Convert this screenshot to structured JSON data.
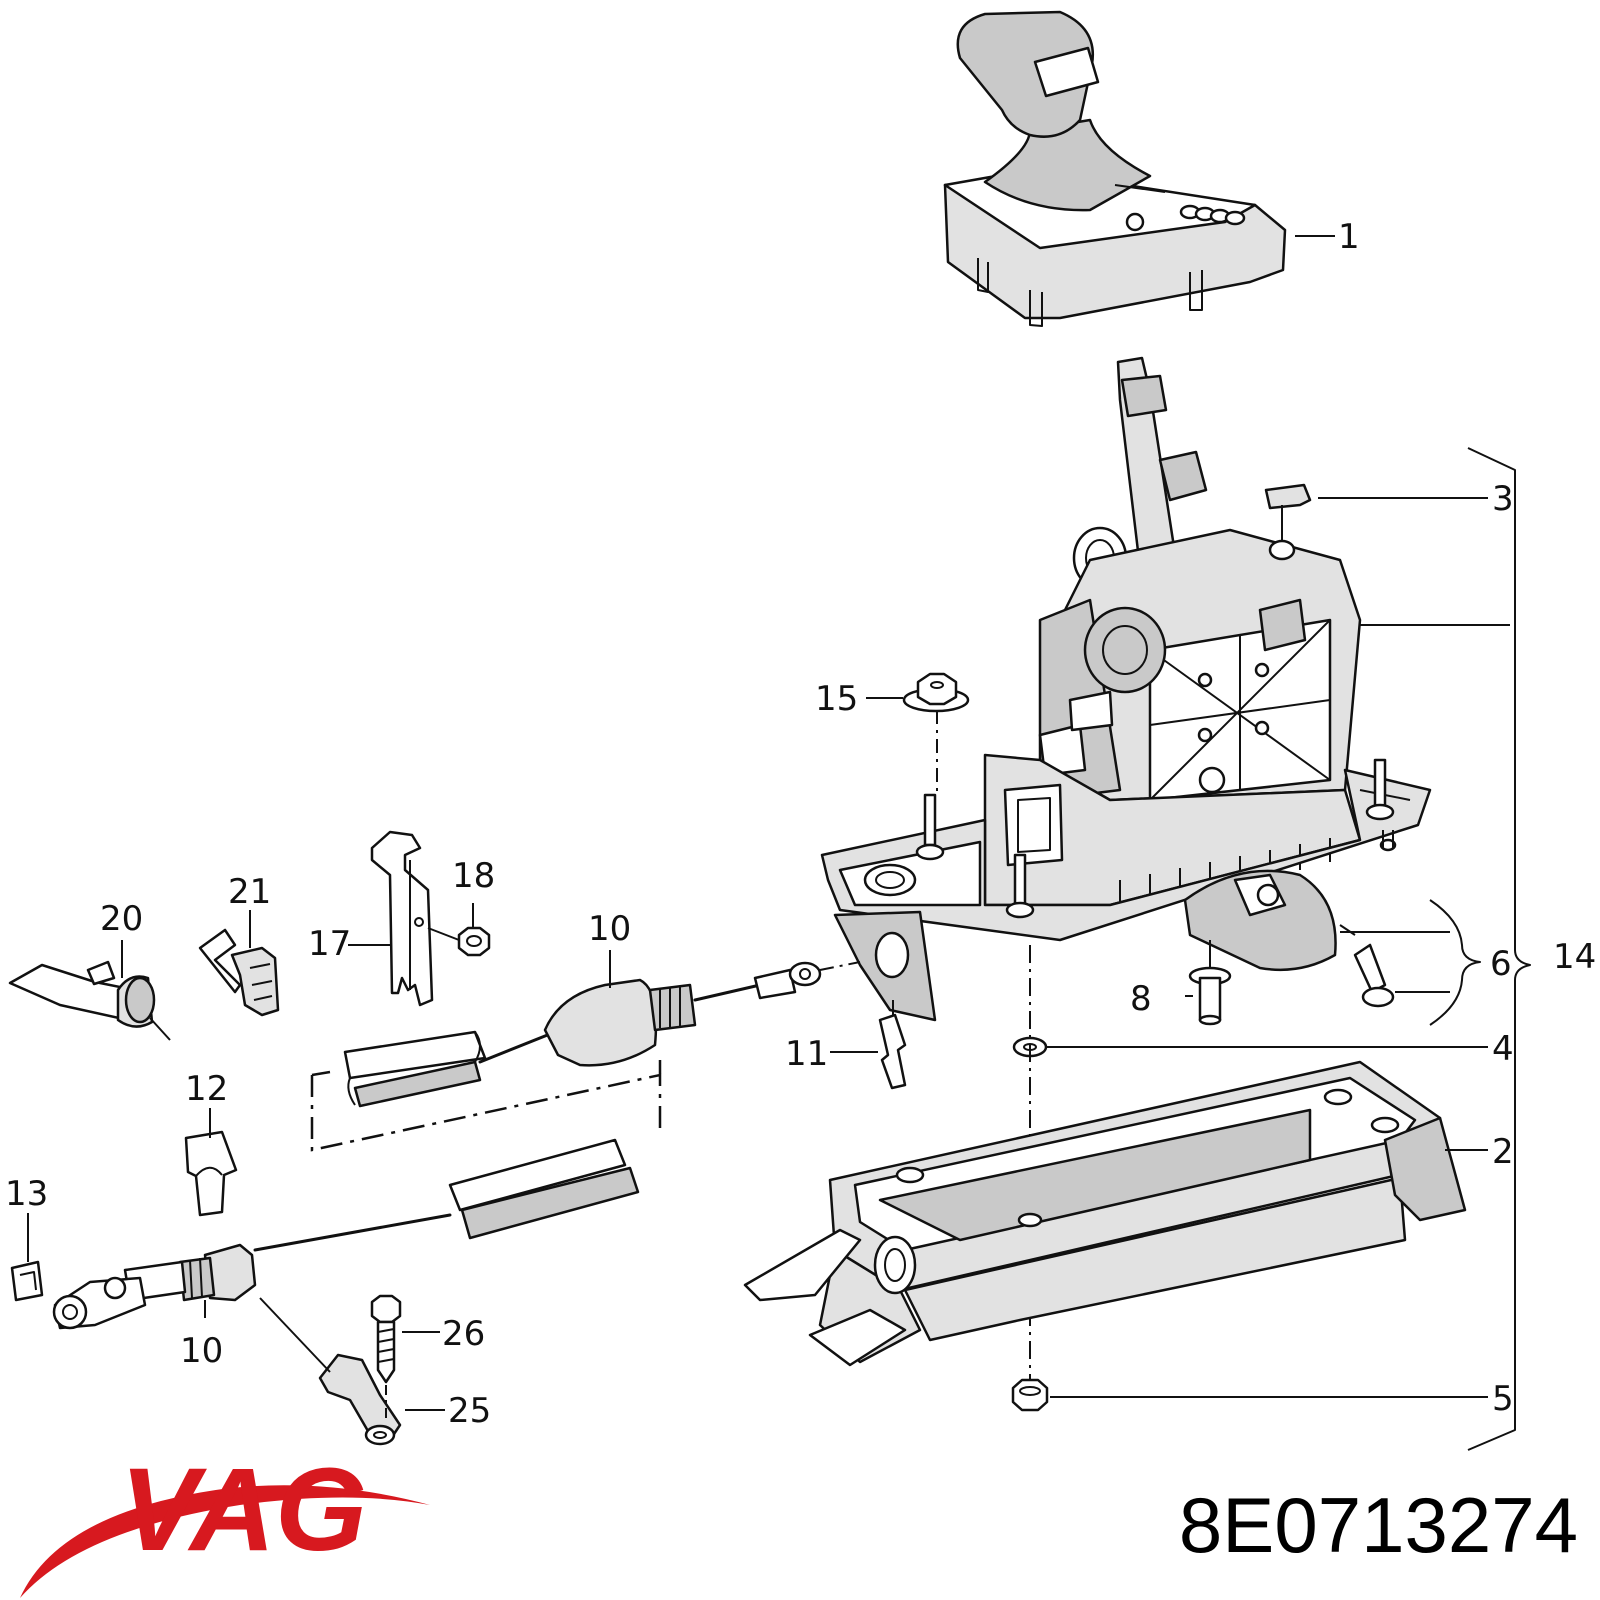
{
  "brand": {
    "name": "VAG",
    "color": "#d7191f"
  },
  "part_number": "8E0713274",
  "callouts": {
    "c1": "1",
    "c2": "2",
    "c3": "3",
    "c4": "4",
    "c5": "5",
    "c6": "6",
    "c8": "8",
    "c10a": "10",
    "c10b": "10",
    "c11": "11",
    "c12": "12",
    "c13": "13",
    "c14": "14",
    "c15": "15",
    "c17": "17",
    "c18": "18",
    "c20": "20",
    "c21": "21",
    "c25": "25",
    "c26": "26"
  }
}
